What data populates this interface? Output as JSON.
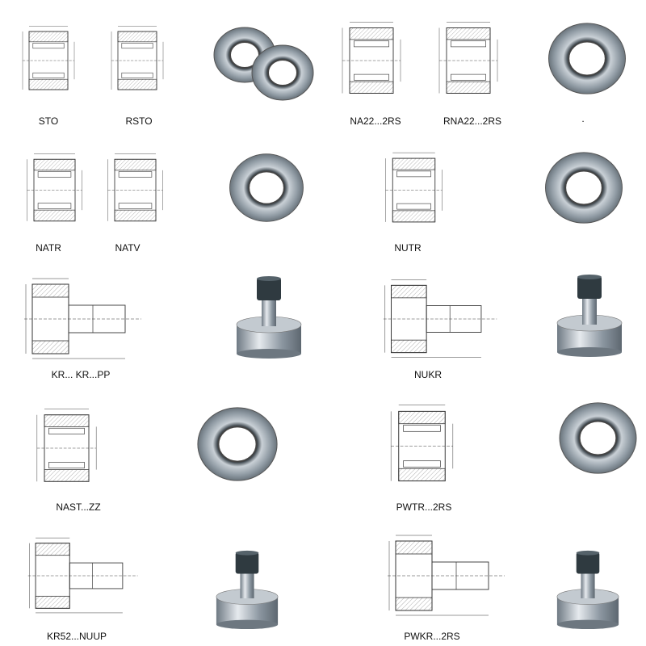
{
  "products": [
    {
      "label": "STO",
      "kind": "sect"
    },
    {
      "label": "RSTO",
      "kind": "sect"
    },
    {
      "label": "",
      "kind": "ring2"
    },
    {
      "label": "NA22...2RS",
      "kind": "sect"
    },
    {
      "label": "RNA22...2RS",
      "kind": "sect"
    },
    {
      "label": ".",
      "kind": "ring"
    },
    {
      "label": "NATR",
      "kind": "sect"
    },
    {
      "label": "NATV",
      "kind": "sect"
    },
    {
      "label": "",
      "kind": "ring"
    },
    {
      "label": "NUTR",
      "kind": "sect"
    },
    {
      "label": "",
      "kind": "ring"
    },
    {
      "label": "KR...  KR...PP",
      "kind": "stud"
    },
    {
      "label": "",
      "kind": "cam"
    },
    {
      "label": "NUKR",
      "kind": "stud"
    },
    {
      "label": "",
      "kind": "cam"
    },
    {
      "label": "NAST...ZZ",
      "kind": "sect"
    },
    {
      "label": "",
      "kind": "ring"
    },
    {
      "label": "PWTR...2RS",
      "kind": "sect"
    },
    {
      "label": "",
      "kind": "ring"
    },
    {
      "label": "KR52...NUUP",
      "kind": "stud"
    },
    {
      "label": "",
      "kind": "cam"
    },
    {
      "label": "PWKR...2RS",
      "kind": "stud"
    },
    {
      "label": "",
      "kind": "cam"
    }
  ],
  "colors": {
    "line": "#333333",
    "steel": "#9aa4ad",
    "dark": "#2f3a40"
  }
}
